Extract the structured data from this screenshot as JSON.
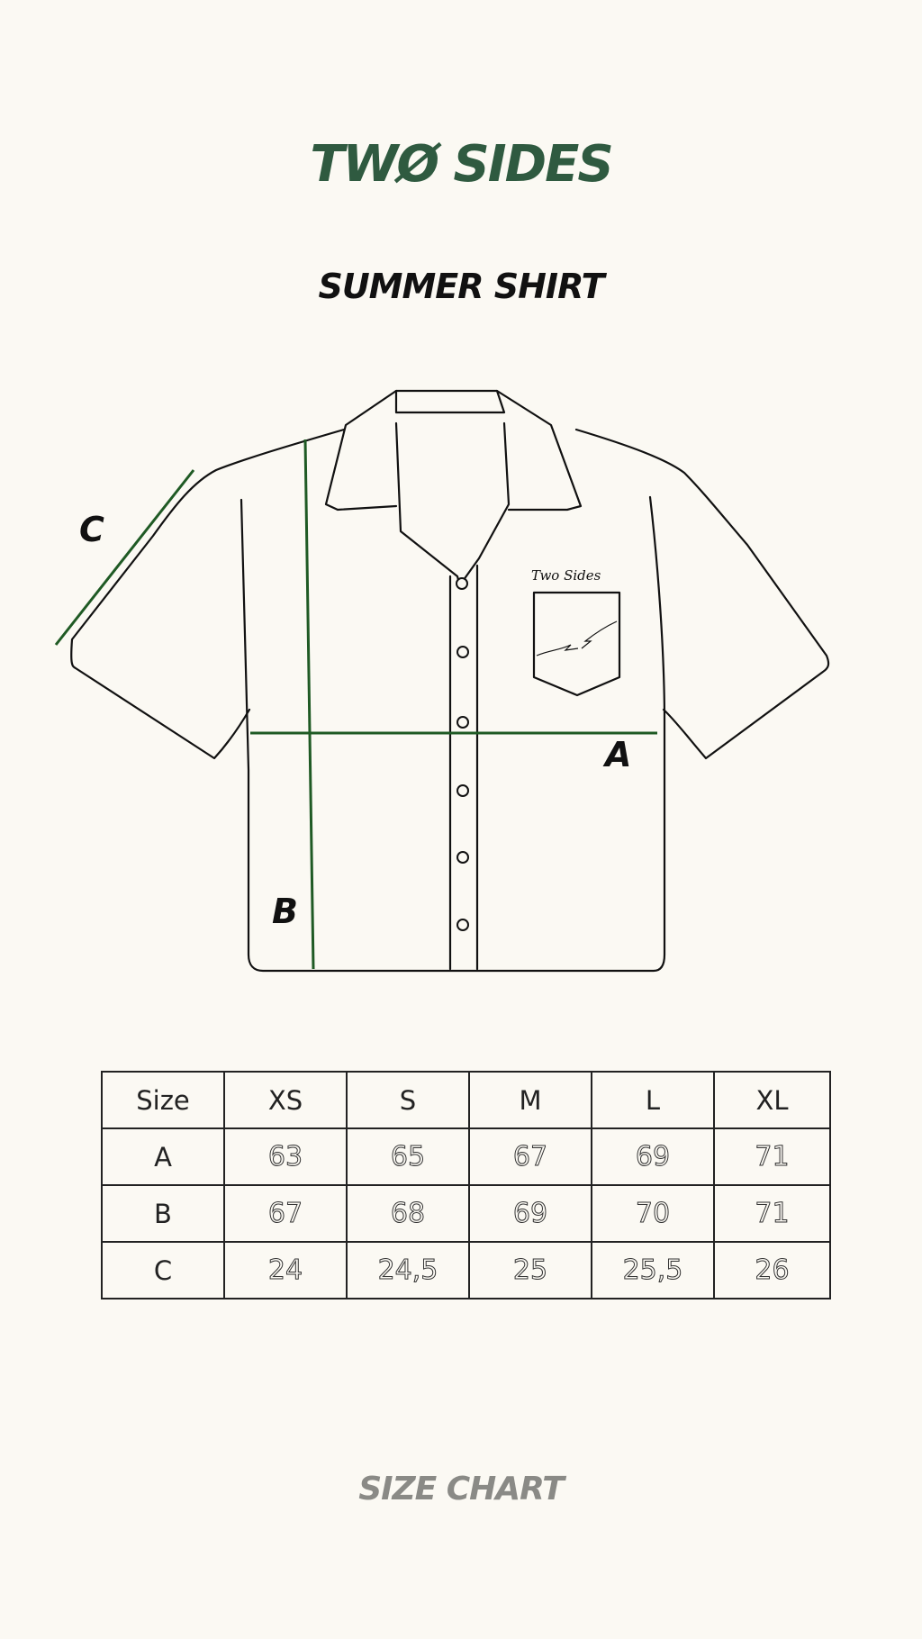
{
  "brand": {
    "name": "TWØ SIDES",
    "color": "#2f5a40"
  },
  "product": {
    "title": "SUMMER SHIRT"
  },
  "diagram": {
    "labels": {
      "a": "A",
      "b": "B",
      "c": "C"
    },
    "measure_line_color": "#1f5a24",
    "pocket_signature": "Two Sides"
  },
  "size_table": {
    "header": [
      "Size",
      "XS",
      "S",
      "M",
      "L",
      "XL"
    ],
    "rows": [
      [
        "A",
        "63",
        "65",
        "67",
        "69",
        "71"
      ],
      [
        "B",
        "67",
        "68",
        "69",
        "70",
        "71"
      ],
      [
        "C",
        "24",
        "24,5",
        "25",
        "25,5",
        "26"
      ]
    ]
  },
  "footer": {
    "title": "SIZE CHART"
  }
}
